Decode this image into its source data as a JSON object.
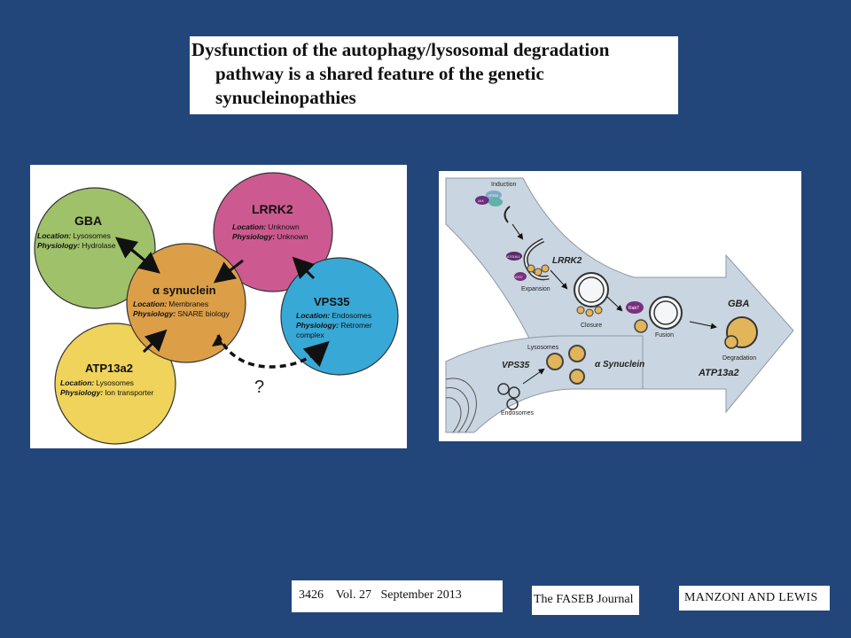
{
  "slide": {
    "title_lines": [
      "Dysfunction of the autophagy/lysosomal degradation",
      "pathway is a shared feature of the genetic",
      "synucleinopathies"
    ]
  },
  "left_diagram": {
    "circles": [
      {
        "name": "GBA",
        "location_label": "Location:",
        "location": "Lysosomes",
        "physiology_label": "Physiology:",
        "physiology": "Hydrolase",
        "color": "#9fc16a"
      },
      {
        "name": "LRRK2",
        "location_label": "Location:",
        "location": "Unknown",
        "physiology_label": "Physiology:",
        "physiology": "Unknown",
        "color": "#cc5a90"
      },
      {
        "name": "α synuclein",
        "location_label": "Location:",
        "location": "Membranes",
        "physiology_label": "Physiology:",
        "physiology": "SNARE biology",
        "color": "#dc9f47"
      },
      {
        "name": "VPS35",
        "location_label": "Location:",
        "location": "Endosomes",
        "physiology_label": "Physiology:",
        "physiology": "Retromer",
        "physiology_2": "complex",
        "color": "#38a8d6"
      },
      {
        "name": "ATP13a2",
        "location_label": "Location:",
        "location": "Lysosomes",
        "physiology_label": "Physiology:",
        "physiology": "Ion transporter",
        "color": "#efd35a"
      }
    ],
    "question_mark": "?"
  },
  "right_diagram": {
    "labels": {
      "induction": "Induction",
      "lrrk2": "LRRK2",
      "expansion": "Expansion",
      "closure": "Closure",
      "fusion": "Fusion",
      "degradation": "Degradation",
      "gba": "GBA",
      "lysosomes": "Lysosomes",
      "vps35": "VPS35",
      "alpha_synuclein": "α Synuclein",
      "atp13a2": "ATP13a2",
      "endosomes": "Endosomes",
      "rab7": "Rab7",
      "atg16l1": "ATG16L1",
      "atg7": "ATG7",
      "ulk": "ULK",
      "vps34": "VPS34"
    },
    "colors": {
      "arrow_fill": "#c9d5e0",
      "vesicle_fill": "#e2b55a",
      "purple": "#7a2f7f"
    }
  },
  "footer": {
    "citation": "3426    Vol. 27   September 2013",
    "journal": "The FASEB Journal",
    "authors": "MANZONI AND LEWIS"
  }
}
